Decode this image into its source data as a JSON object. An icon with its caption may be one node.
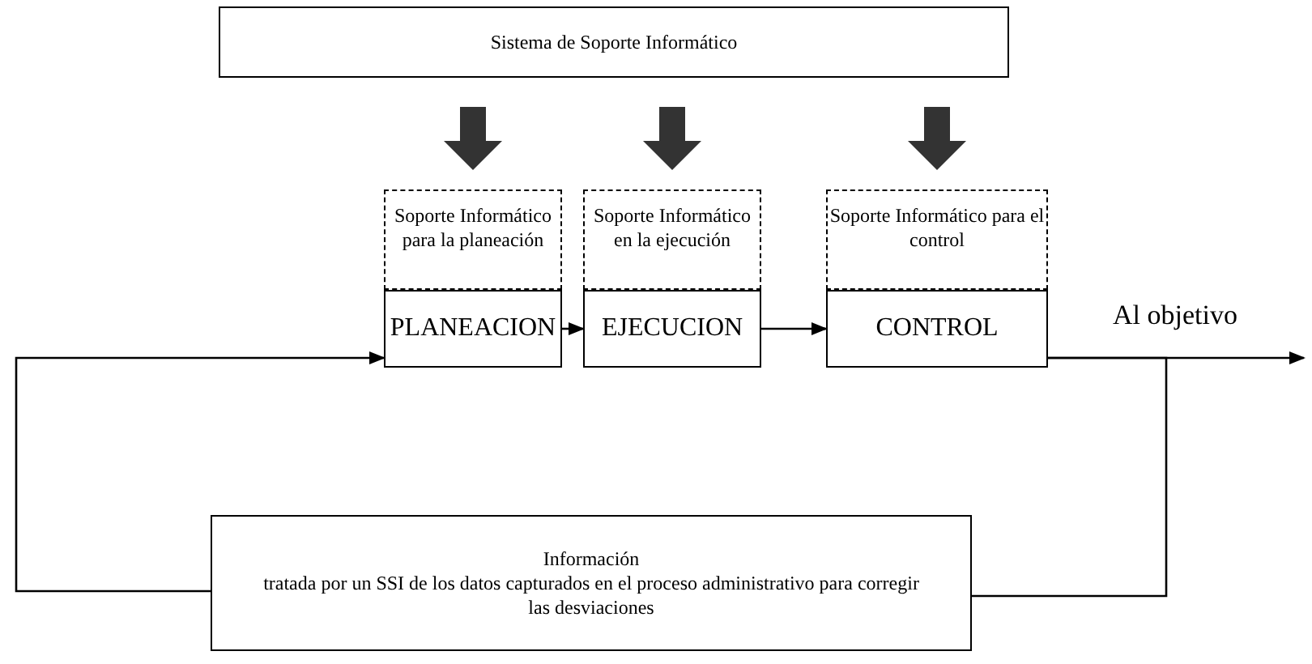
{
  "diagram": {
    "nodes": [
      {
        "text": [
          "Sistema de Soporte Informático"
        ]
      },
      {
        "text": [
          "Soporte Informático para la planeación"
        ]
      },
      {
        "text": [
          "PLANEACION"
        ]
      },
      {
        "text": [
          "Soporte Informático en la ejecución"
        ]
      },
      {
        "text": [
          "EJECUCION"
        ]
      },
      {
        "text": [
          "Soporte Informático para el control"
        ]
      },
      {
        "text": [
          "CONTROL"
        ]
      },
      {
        "text": [
          "Información",
          "tratada por un SSI de los datos capturados en el proceso administrativo para corregir las desviaciones"
        ]
      }
    ],
    "edges": [
      {
        "from": 0,
        "to": 1,
        "arrow": "to",
        "style": "thick"
      },
      {
        "from": 0,
        "to": 3,
        "arrow": "to",
        "style": "thick"
      },
      {
        "from": 0,
        "to": 5,
        "arrow": "to",
        "style": "thick"
      },
      {
        "from": 2,
        "to": 4,
        "arrow": "to"
      },
      {
        "from": 4,
        "to": 6,
        "arrow": "to"
      },
      {
        "from": 6,
        "to": null,
        "arrow": "to",
        "label": "Al objetivo"
      },
      {
        "from": 6,
        "to": 7,
        "arrow": "none"
      },
      {
        "from": 7,
        "to": 2,
        "arrow": "to"
      }
    ]
  }
}
